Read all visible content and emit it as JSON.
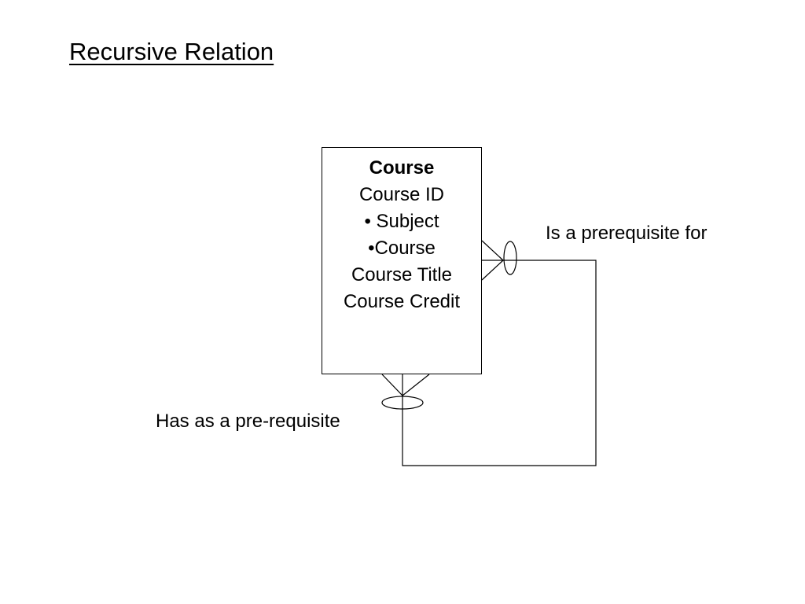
{
  "slide": {
    "title": "Recursive Relation"
  },
  "entity": {
    "name": "Course",
    "attributes": [
      "Course ID",
      "• Subject",
      "•Course",
      "Course Title",
      "Course Credit"
    ]
  },
  "relationship": {
    "label_is_prerequisite_for": "Is a prerequisite for",
    "label_has_as_prerequisite": "Has as a pre-requisite",
    "end_right": {
      "cardinality": "many",
      "optionality": "zero"
    },
    "end_bottom": {
      "cardinality": "many",
      "optionality": "zero"
    }
  },
  "colors": {
    "line": "#000000",
    "background": "#ffffff",
    "text": "#000000"
  }
}
